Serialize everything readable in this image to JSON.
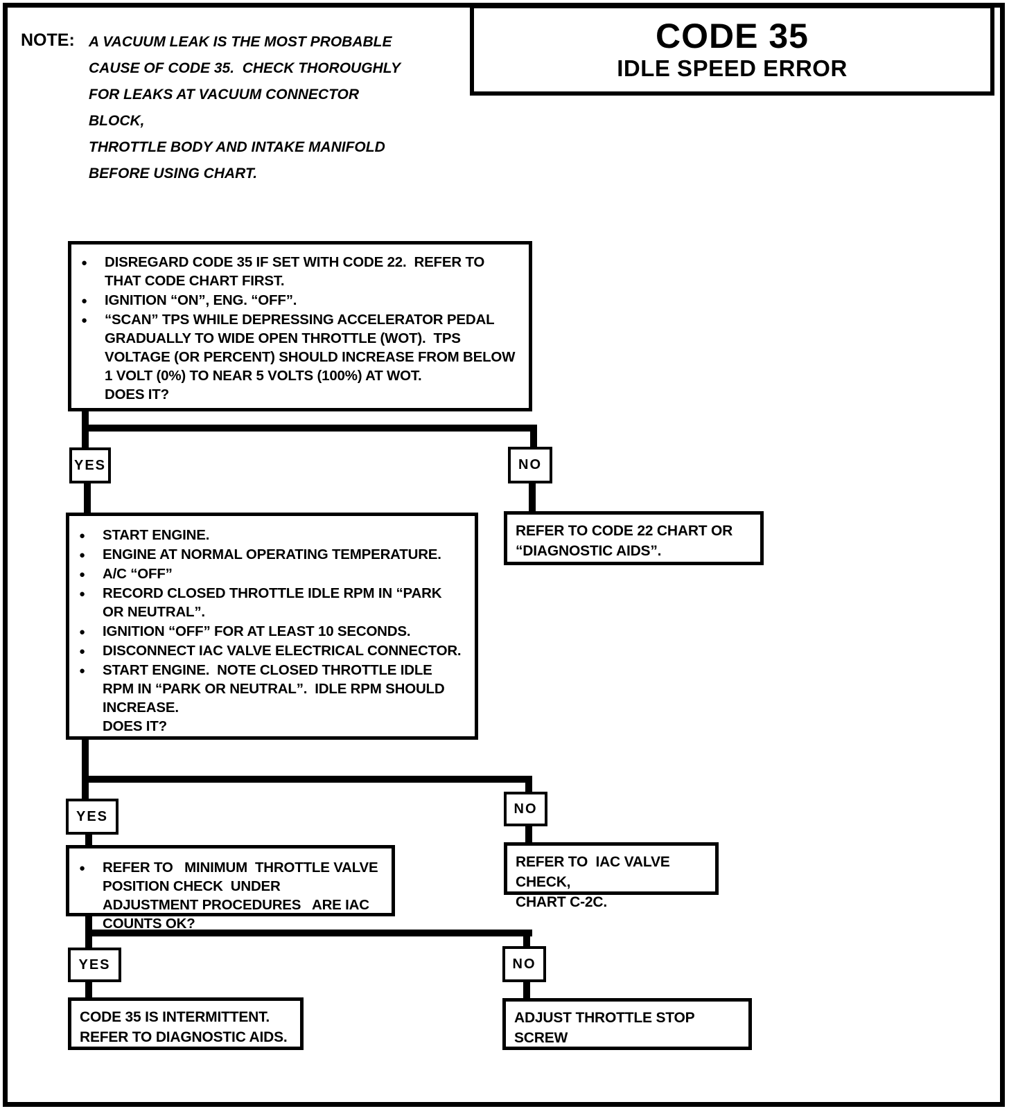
{
  "note": {
    "label": "NOTE:",
    "text": "A VACUUM LEAK IS THE MOST PROBABLE\nCAUSE OF CODE 35.  CHECK THOROUGHLY\nFOR LEAKS AT VACUUM CONNECTOR BLOCK,\nTHROTTLE BODY AND INTAKE MANIFOLD\nBEFORE USING CHART."
  },
  "title": {
    "code": "CODE 35",
    "subtitle": "IDLE SPEED ERROR"
  },
  "flow": {
    "step1": {
      "bullets": [
        "DISREGARD CODE 35 IF SET WITH CODE 22.  REFER TO THAT CODE CHART FIRST.",
        "IGNITION “ON”, ENG. “OFF”.",
        "“SCAN” TPS WHILE DEPRESSING ACCELERATOR PEDAL GRADUALLY TO WIDE OPEN THROTTLE (WOT).  TPS VOLTAGE (OR PERCENT) SHOULD INCREASE FROM BELOW 1 VOLT (0%) TO NEAR 5 VOLTS (100%) AT WOT.\nDOES IT?"
      ]
    },
    "branch1": {
      "yes": "YES",
      "no": "NO",
      "no_result": "REFER TO CODE 22 CHART OR\n“DIAGNOSTIC AIDS”."
    },
    "step2": {
      "bullets": [
        "START ENGINE.",
        "ENGINE AT NORMAL OPERATING TEMPERATURE.",
        "A/C “OFF”",
        "RECORD CLOSED THROTTLE IDLE RPM IN “PARK OR NEUTRAL”.",
        "IGNITION “OFF” FOR AT LEAST 10 SECONDS.",
        "DISCONNECT IAC VALVE ELECTRICAL CONNECTOR.",
        "START ENGINE.  NOTE CLOSED THROTTLE IDLE RPM IN “PARK OR NEUTRAL”.  IDLE RPM SHOULD INCREASE.\nDOES IT?"
      ]
    },
    "branch2": {
      "yes": "YES",
      "no": "NO",
      "no_result": "REFER TO  IAC VALVE CHECK,\nCHART C-2C."
    },
    "step3": {
      "bullets": [
        "REFER TO   MINIMUM  THROTTLE VALVE POSITION CHECK  UNDER  ADJUSTMENT PROCEDURES   ARE IAC COUNTS OK?"
      ]
    },
    "branch3": {
      "yes": "YES",
      "no": "NO",
      "yes_result": "CODE 35 IS INTERMITTENT.\nREFER TO DIAGNOSTIC AIDS.",
      "no_result": "ADJUST THROTTLE STOP\nSCREW"
    }
  }
}
